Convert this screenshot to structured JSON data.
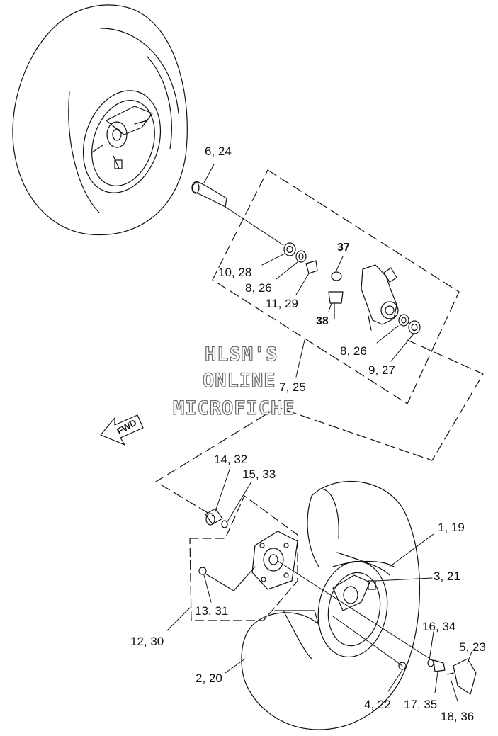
{
  "watermark": {
    "line1": "HLSM'S",
    "line2": "ONLINE",
    "line3": "MICROFICHE"
  },
  "fwd_arrow": {
    "label": "FWD"
  },
  "callouts": {
    "c6_24": "6, 24",
    "c10_28": "10, 28",
    "c8_26_top": "8, 26",
    "c11_29": "11, 29",
    "c37": "37",
    "c38": "38",
    "c8_26_mid": "8, 26",
    "c9_27": "9, 27",
    "c7_25": "7, 25",
    "c14_32": "14, 32",
    "c15_33": "15, 33",
    "c1_19": "1, 19",
    "c3_21": "3, 21",
    "c13_31": "13, 31",
    "c12_30": "12, 30",
    "c16_34": "16, 34",
    "c5_23": "5, 23",
    "c2_20": "2, 20",
    "c4_22": "4, 22",
    "c17_35": "17, 35",
    "c18_36": "18, 36"
  }
}
